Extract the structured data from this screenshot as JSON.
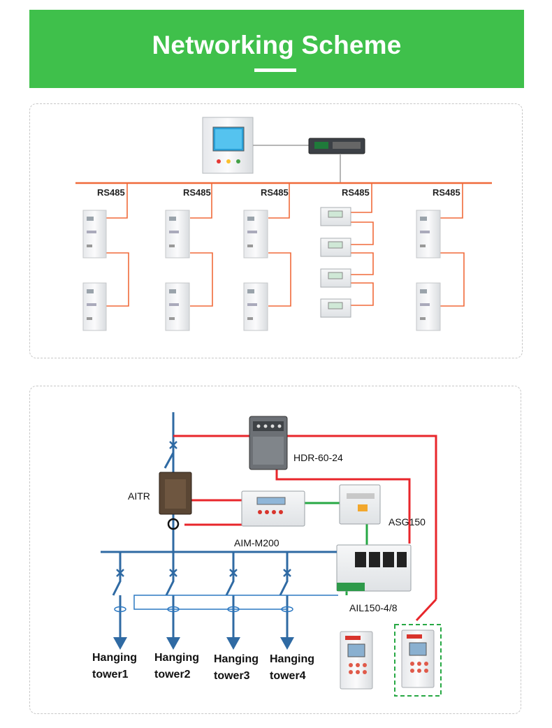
{
  "banner": {
    "title": "Networking Scheme",
    "color": "#3fc04b"
  },
  "network": {
    "bus_labels": [
      "RS485",
      "RS485",
      "RS485",
      "RS485",
      "RS485"
    ],
    "bus_color": "#f06a3a"
  },
  "wiring": {
    "labels": {
      "power_supply": "HDR-60-24",
      "transformer": "AITR",
      "monitor": "AIM-M200",
      "alarm": "ASG150",
      "locator": "AIL150-4/8"
    },
    "towers": [
      {
        "line1": "Hanging",
        "line2": "tower1"
      },
      {
        "line1": "Hanging",
        "line2": "tower2"
      },
      {
        "line1": "Hanging",
        "line2": "tower3"
      },
      {
        "line1": "Hanging",
        "line2": "tower4"
      }
    ],
    "colors": {
      "bus": "#2f6aa3",
      "power": "#e8262b",
      "signal": "#27a844",
      "branch": "#2b78c2"
    }
  }
}
